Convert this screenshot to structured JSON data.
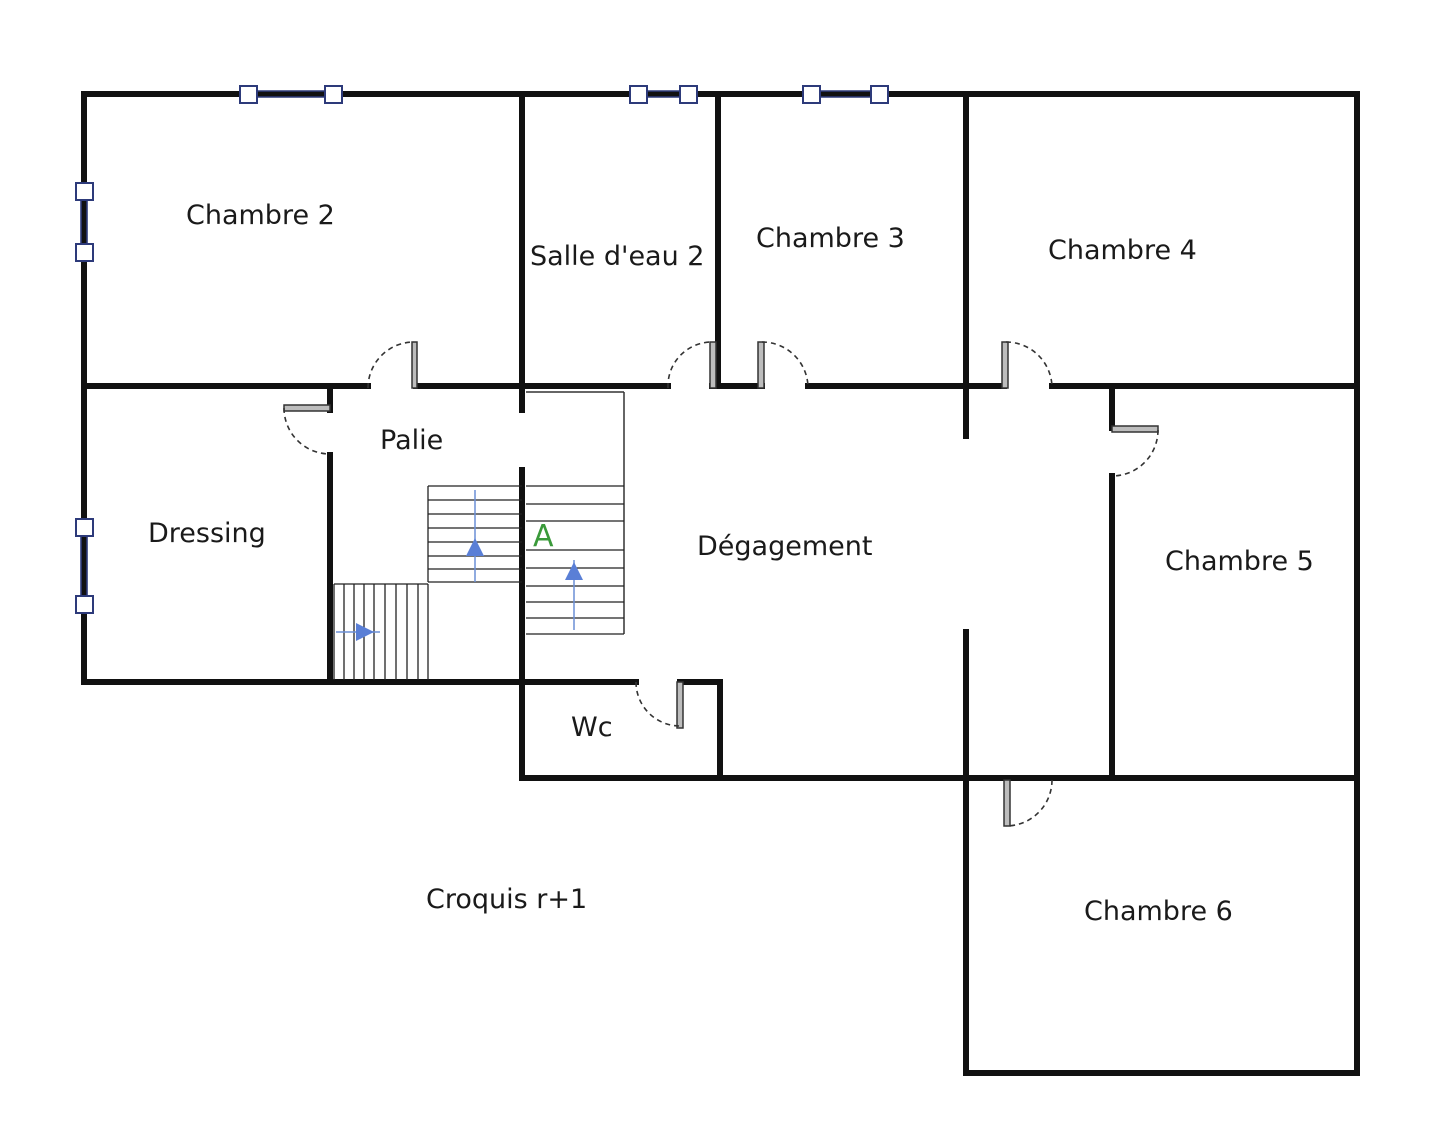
{
  "plan": {
    "caption": "Croquis r+1",
    "rooms": {
      "chambre_2": "Chambre 2",
      "salle_deau_2": "Salle d'eau 2",
      "chambre_3": "Chambre 3",
      "chambre_4": "Chambre 4",
      "palier": "Palie",
      "dressing": "Dressing",
      "degagement": "Dégagement",
      "chambre_5": "Chambre 5",
      "wc": "Wc",
      "chambre_6": "Chambre 6"
    },
    "stair_mark": "A",
    "colors": {
      "walls": "#111111",
      "windows": "#2d3a7a",
      "stair_arrows": "#5a7fd6",
      "door_leaf": "#bdbdbd"
    }
  }
}
